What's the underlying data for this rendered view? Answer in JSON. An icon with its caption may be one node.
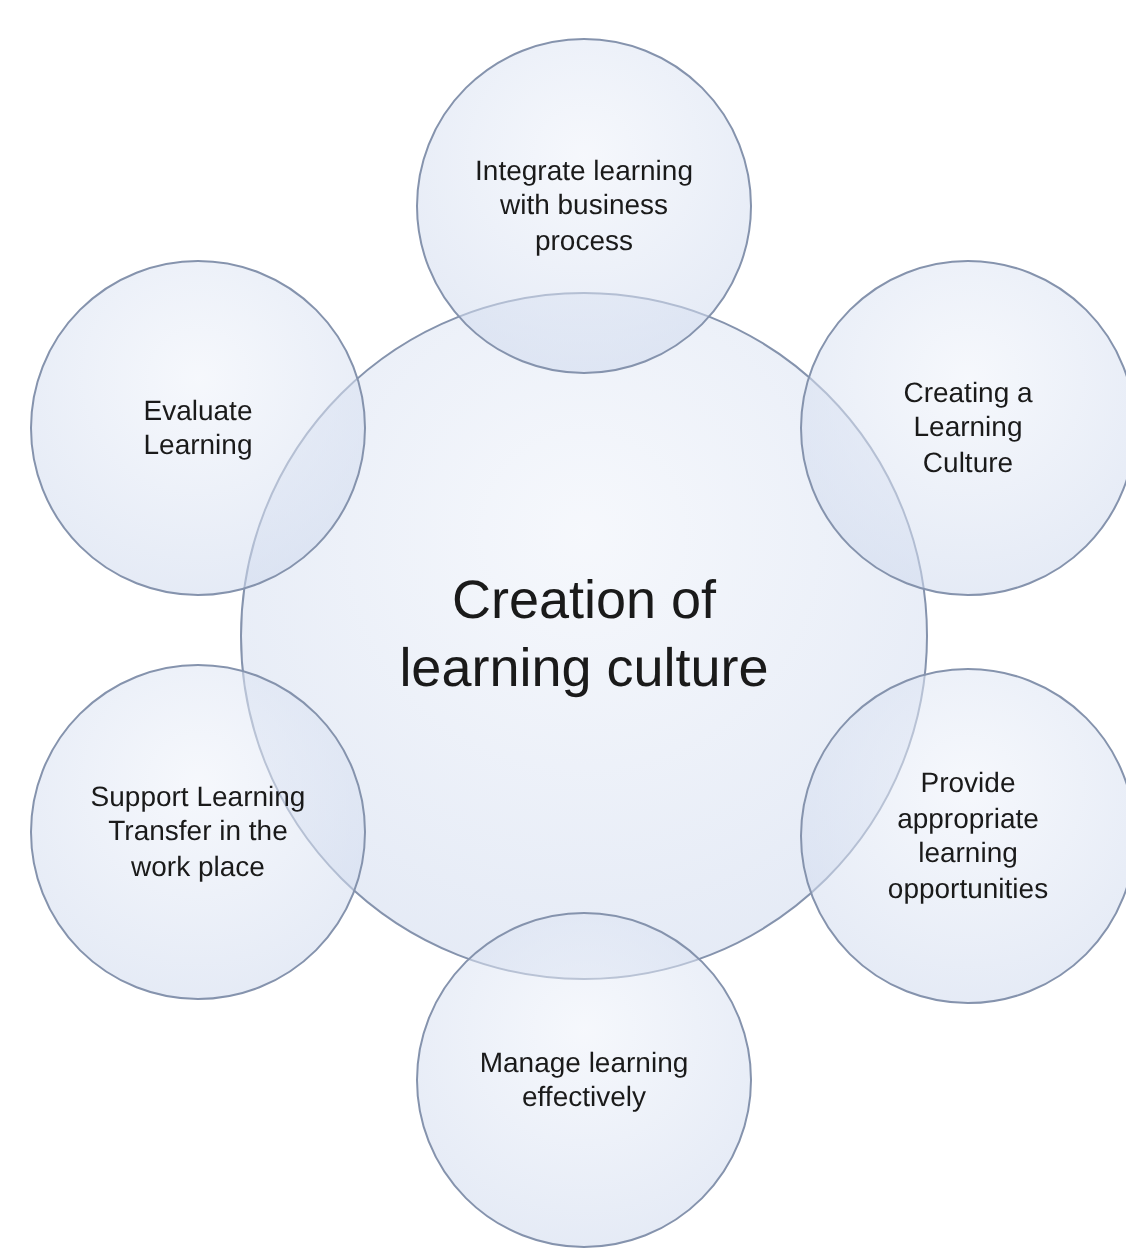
{
  "diagram": {
    "nodes": [
      {
        "text": [
          "Creation of learning culture"
        ]
      },
      {
        "text": [
          "Integrate learning with business process"
        ]
      },
      {
        "text": [
          "Creating a Learning Culture"
        ]
      },
      {
        "text": [
          "Provide appropriate learning opportunities"
        ]
      },
      {
        "text": [
          "Manage learning effectively"
        ]
      },
      {
        "text": [
          "Support Learning Transfer in the work place"
        ]
      },
      {
        "text": [
          "Evaluate Learning"
        ]
      }
    ]
  }
}
